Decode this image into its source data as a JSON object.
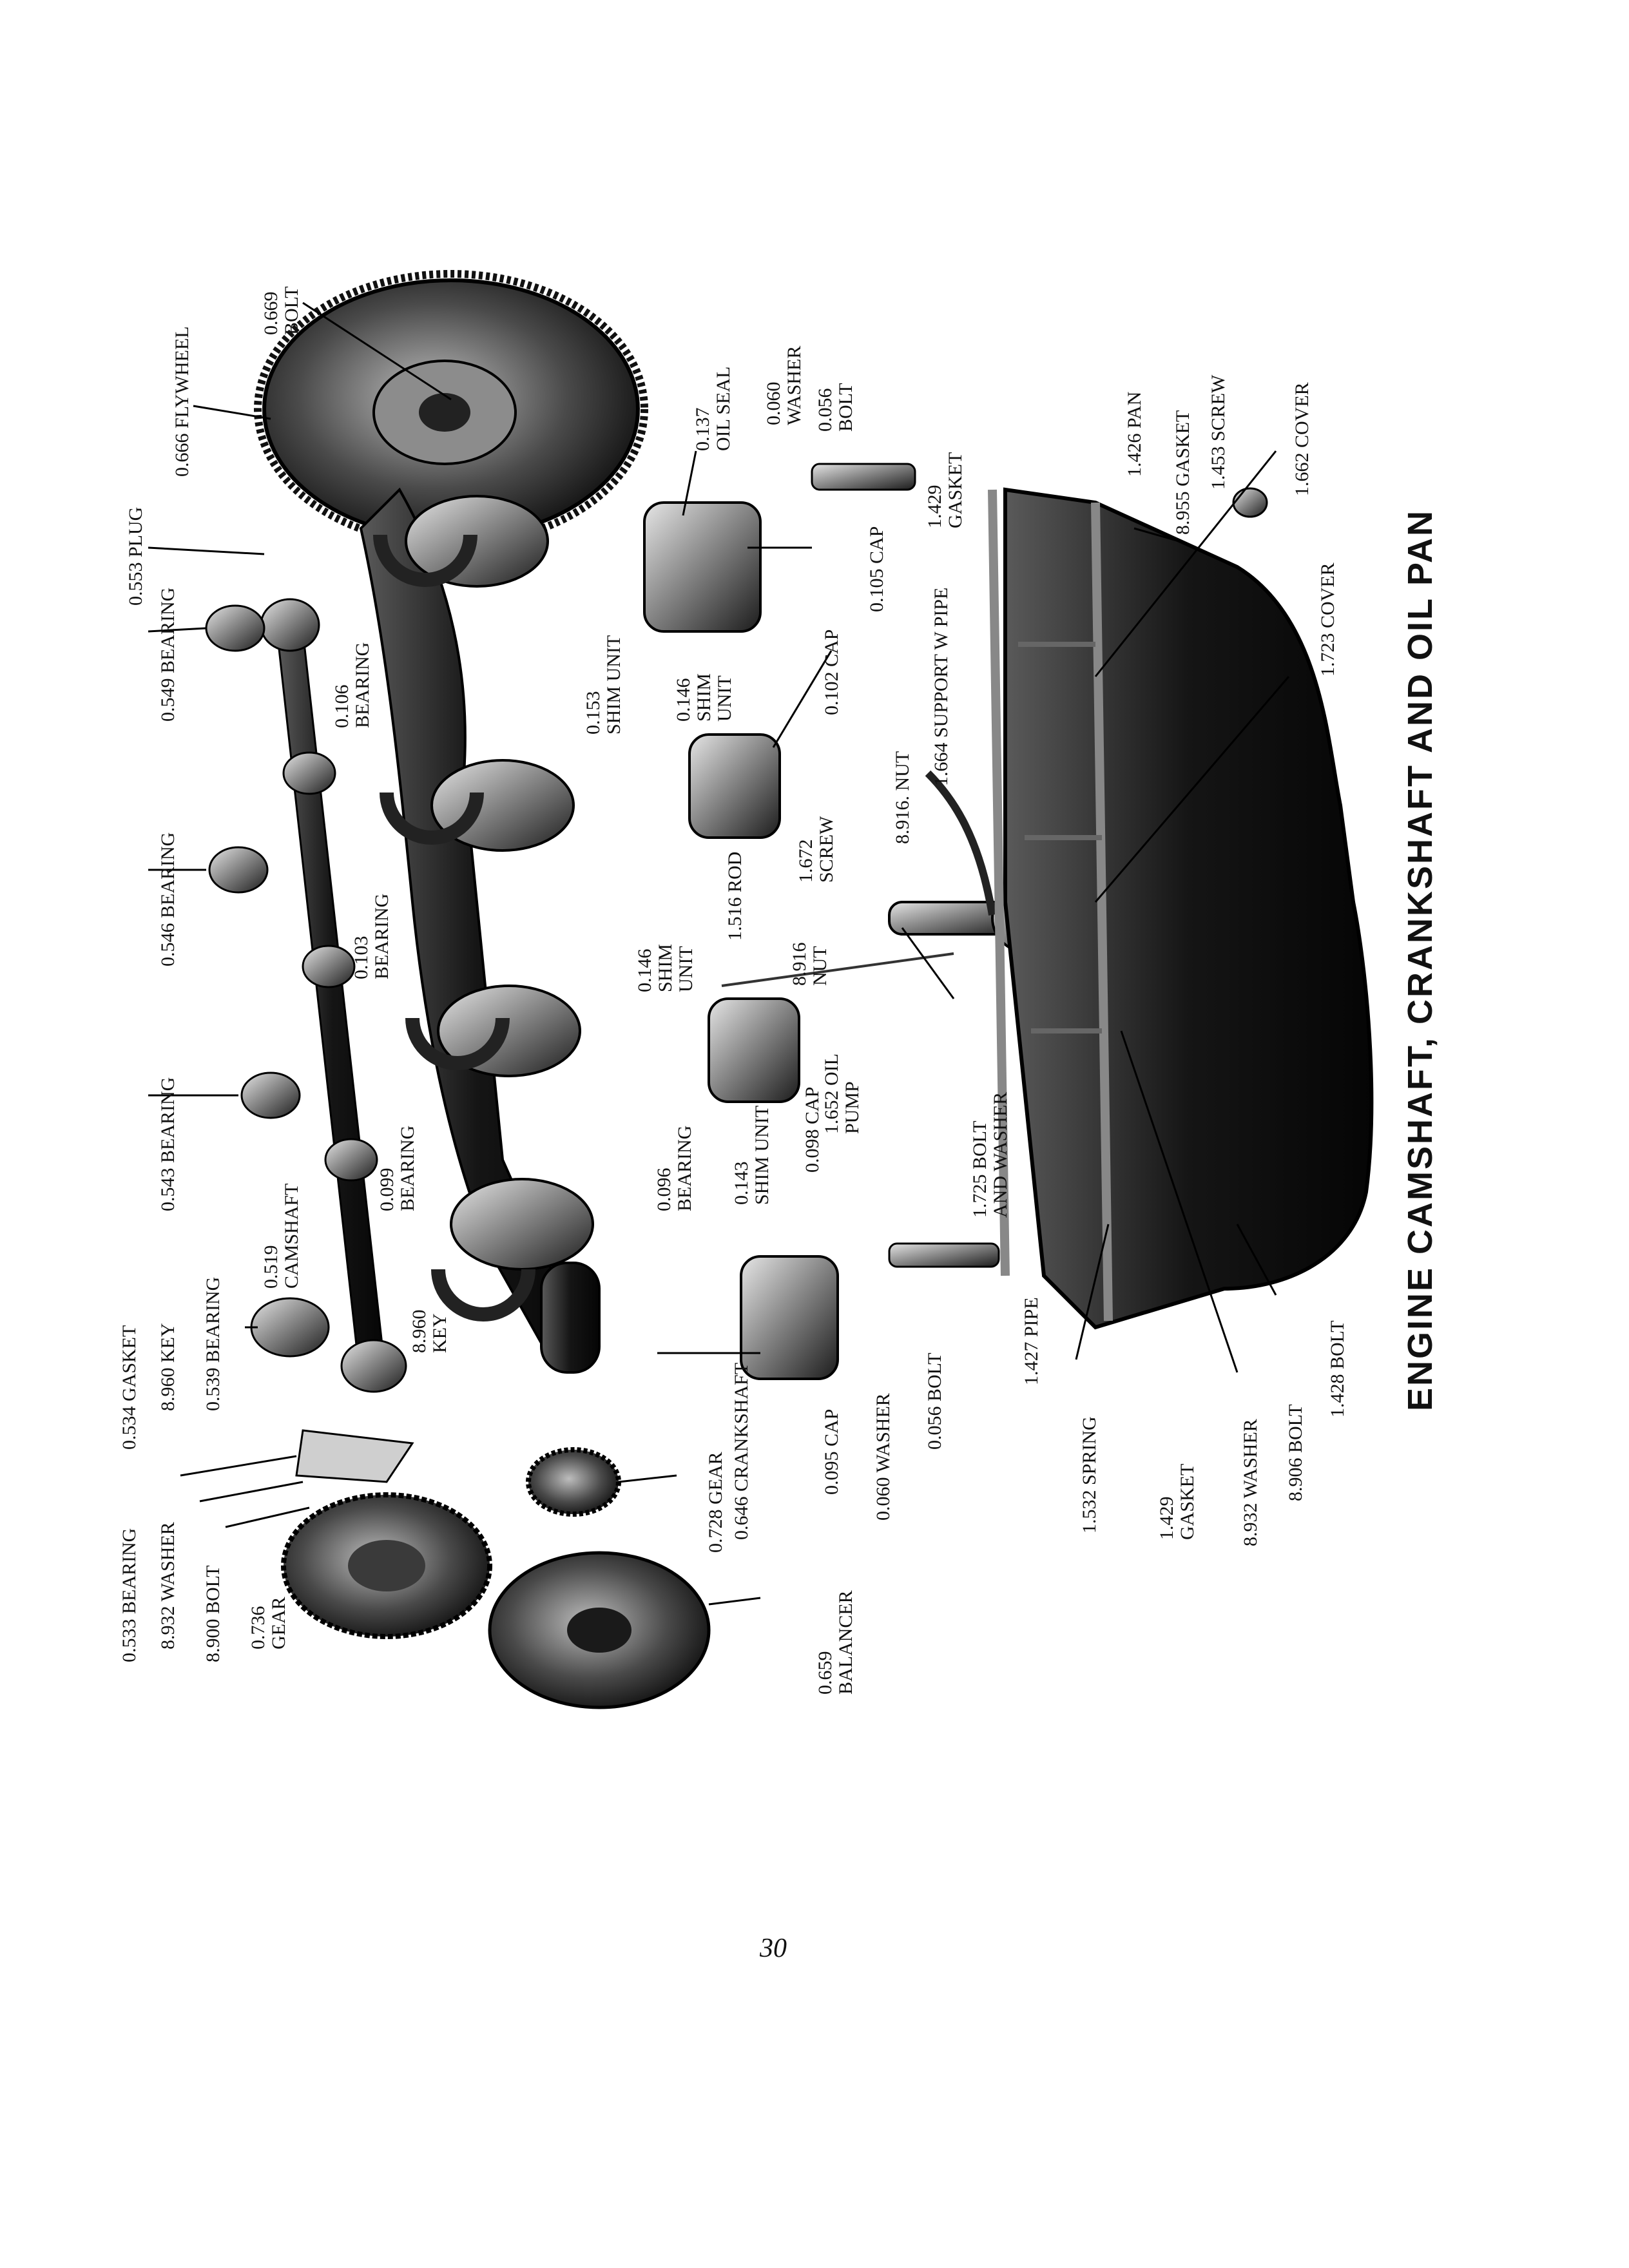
{
  "page": {
    "title": "ENGINE CAMSHAFT, CRANKSHAFT AND OIL PAN",
    "page_number": "30"
  },
  "callouts": [
    {
      "id": "flywheel",
      "lines": [
        "0.666 FLYWHEEL"
      ]
    },
    {
      "id": "flywheel-bolt",
      "lines": [
        "0.669",
        "BOLT"
      ]
    },
    {
      "id": "plug",
      "lines": [
        "0.553 PLUG"
      ]
    },
    {
      "id": "oil-seal",
      "lines": [
        "0.137",
        "OIL SEAL"
      ]
    },
    {
      "id": "washer-rear",
      "lines": [
        "0.060",
        "WASHER"
      ]
    },
    {
      "id": "bolt-rear",
      "lines": [
        "0.056",
        "BOLT"
      ]
    },
    {
      "id": "cap-rear",
      "lines": [
        "0.105 CAP"
      ]
    },
    {
      "id": "bearing-549",
      "lines": [
        "0.549 BEARING"
      ]
    },
    {
      "id": "bearing-106",
      "lines": [
        "0.106",
        "BEARING"
      ]
    },
    {
      "id": "shim-153",
      "lines": [
        "0.153",
        "SHIM UNIT"
      ]
    },
    {
      "id": "shim-146a",
      "lines": [
        "0.146",
        "SHIM",
        "UNIT"
      ]
    },
    {
      "id": "cap-102",
      "lines": [
        "0.102 CAP"
      ]
    },
    {
      "id": "bearing-546",
      "lines": [
        "0.546 BEARING"
      ]
    },
    {
      "id": "bearing-103",
      "lines": [
        "0.103",
        "BEARING"
      ]
    },
    {
      "id": "shim-146b",
      "lines": [
        "0.146",
        "SHIM",
        "UNIT"
      ]
    },
    {
      "id": "rod",
      "lines": [
        "1.516 ROD"
      ]
    },
    {
      "id": "nut-8916a",
      "lines": [
        "8.916",
        "NUT"
      ]
    },
    {
      "id": "screw-1672",
      "lines": [
        "1.672",
        "SCREW"
      ]
    },
    {
      "id": "nut-8916b",
      "lines": [
        "8.916. NUT"
      ]
    },
    {
      "id": "support-pipe",
      "lines": [
        "1.664 SUPPORT W PIPE"
      ]
    },
    {
      "id": "gasket-1429a",
      "lines": [
        "1.429",
        "GASKET"
      ]
    },
    {
      "id": "pan",
      "lines": [
        "1.426 PAN"
      ]
    },
    {
      "id": "gasket-8955",
      "lines": [
        "8.955 GASKET"
      ]
    },
    {
      "id": "screw-1453",
      "lines": [
        "1.453 SCREW"
      ]
    },
    {
      "id": "cover-1662",
      "lines": [
        "1.662 COVER"
      ]
    },
    {
      "id": "cover-1723",
      "lines": [
        "1.723 COVER"
      ]
    },
    {
      "id": "bearing-543",
      "lines": [
        "0.543 BEARING"
      ]
    },
    {
      "id": "bearing-099",
      "lines": [
        "0.099",
        "BEARING"
      ]
    },
    {
      "id": "oil-pump",
      "lines": [
        "1.652 OIL",
        "PUMP"
      ]
    },
    {
      "id": "bolt-washer",
      "lines": [
        "1.725 BOLT",
        "AND WASHER"
      ]
    },
    {
      "id": "bearing-096",
      "lines": [
        "0.096",
        "BEARING"
      ]
    },
    {
      "id": "shim-143",
      "lines": [
        "0.143",
        "SHIM UNIT"
      ]
    },
    {
      "id": "cap-098",
      "lines": [
        "0.098 CAP"
      ]
    },
    {
      "id": "camshaft",
      "lines": [
        "0.519",
        "CAMSHAFT"
      ]
    },
    {
      "id": "key-8960a",
      "lines": [
        "8.960",
        "KEY"
      ]
    },
    {
      "id": "pipe-1427",
      "lines": [
        "1.427 PIPE"
      ]
    },
    {
      "id": "gasket-534",
      "lines": [
        "0.534 GASKET"
      ]
    },
    {
      "id": "key-8960b",
      "lines": [
        "8.960 KEY"
      ]
    },
    {
      "id": "bearing-539",
      "lines": [
        "0.539 BEARING"
      ]
    },
    {
      "id": "bearing-533",
      "lines": [
        "0.533 BEARING"
      ]
    },
    {
      "id": "washer-8932a",
      "lines": [
        "8.932 WASHER"
      ]
    },
    {
      "id": "bolt-8900",
      "lines": [
        "8.900 BOLT"
      ]
    },
    {
      "id": "gear-736",
      "lines": [
        "0.736",
        "GEAR"
      ]
    },
    {
      "id": "crankshaft",
      "lines": [
        "0.646 CRANKSHAFT"
      ]
    },
    {
      "id": "gear-728",
      "lines": [
        "0.728 GEAR"
      ]
    },
    {
      "id": "cap-095",
      "lines": [
        "0.095 CAP"
      ]
    },
    {
      "id": "washer-060",
      "lines": [
        "0.060 WASHER"
      ]
    },
    {
      "id": "bolt-056",
      "lines": [
        "0.056 BOLT"
      ]
    },
    {
      "id": "balancer",
      "lines": [
        "0.659",
        "BALANCER"
      ]
    },
    {
      "id": "spring",
      "lines": [
        "1.532 SPRING"
      ]
    },
    {
      "id": "gasket-1429b",
      "lines": [
        "1.429",
        "GASKET"
      ]
    },
    {
      "id": "washer-8932b",
      "lines": [
        "8.932 WASHER"
      ]
    },
    {
      "id": "bolt-8906",
      "lines": [
        "8.906 BOLT"
      ]
    },
    {
      "id": "bolt-1428",
      "lines": [
        "1.428 BOLT"
      ]
    }
  ]
}
